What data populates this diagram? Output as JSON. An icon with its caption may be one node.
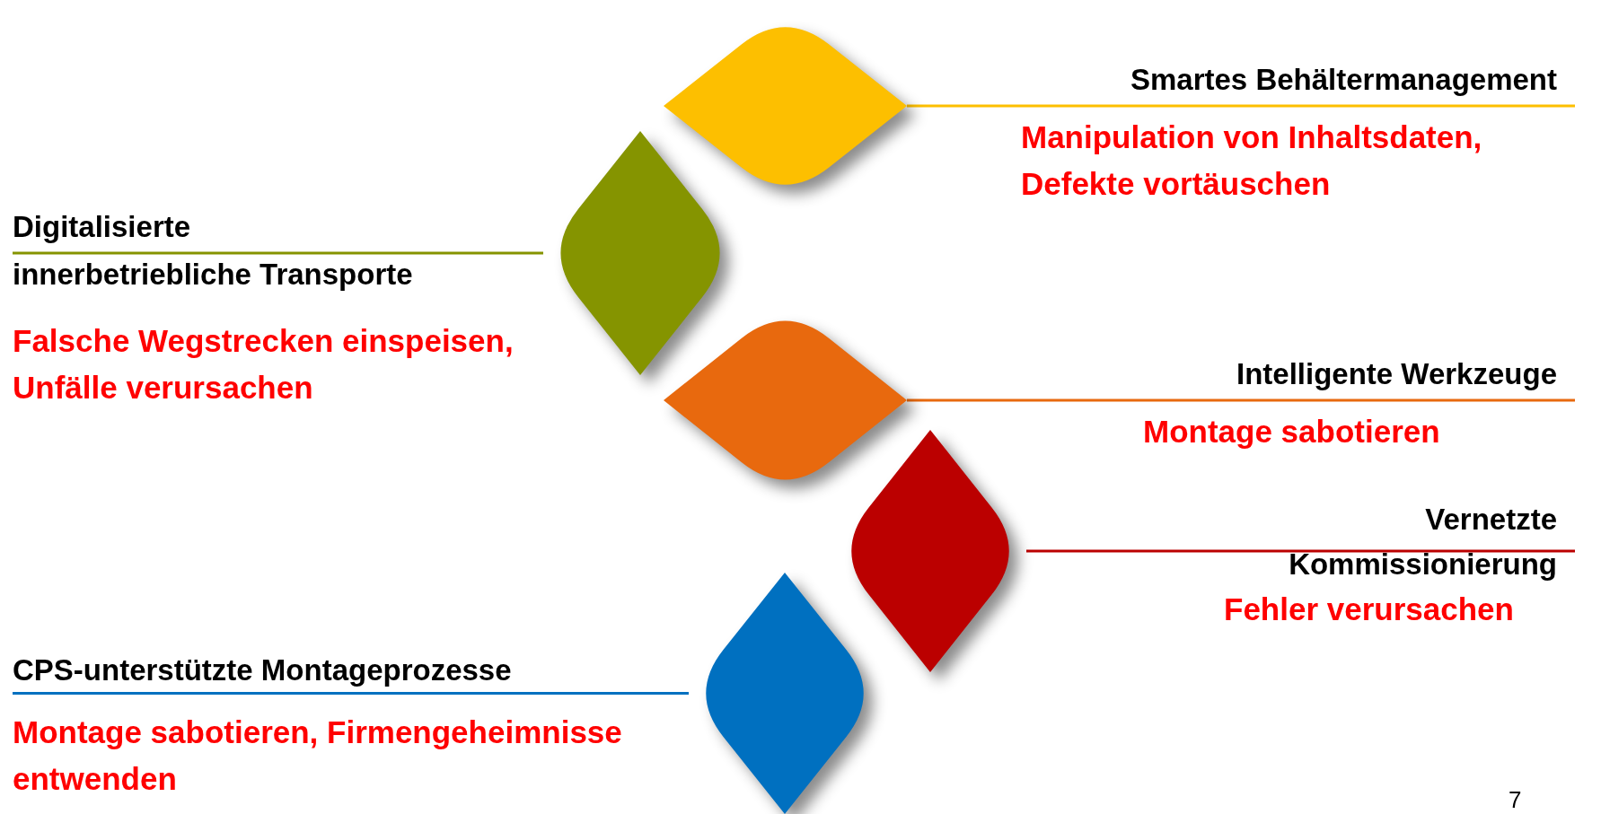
{
  "diagram": {
    "nodes": [
      {
        "text": [],
        "shape": "diamond"
      },
      {
        "text": [
          "Smartes Behältermanagement",
          "Manipulation von Inhaltsdaten, Defekte vortäuschen"
        ]
      },
      {
        "text": [],
        "shape": "diamond"
      },
      {
        "text": [
          "Digitalisierte innerbetriebliche Transporte",
          "Falsche Wegstrecken einspeisen, Unfälle verursachen"
        ]
      },
      {
        "text": [],
        "shape": "diamond"
      },
      {
        "text": [
          "Intelligente Werkzeuge",
          "Montage sabotieren"
        ]
      },
      {
        "text": [],
        "shape": "diamond"
      },
      {
        "text": [
          "Vernetzte Kommissionierung",
          "Fehler verursachen"
        ]
      },
      {
        "text": [],
        "shape": "diamond"
      },
      {
        "text": [
          "CPS-unterstützte Montageprozesse",
          "Montage sabotieren, Firmengeheimnisse entwenden"
        ]
      }
    ],
    "edges": [
      {
        "from": 0,
        "to": 1,
        "arrow": "none",
        "color": "#fdbf00"
      },
      {
        "from": 2,
        "to": 3,
        "arrow": "none",
        "color": "#859400"
      },
      {
        "from": 4,
        "to": 5,
        "arrow": "none",
        "color": "#e8690e"
      },
      {
        "from": 6,
        "to": 7,
        "arrow": "none",
        "color": "#bb0000"
      },
      {
        "from": 8,
        "to": 9,
        "arrow": "none",
        "color": "#0070c0"
      }
    ],
    "labels": [
      "7"
    ]
  }
}
